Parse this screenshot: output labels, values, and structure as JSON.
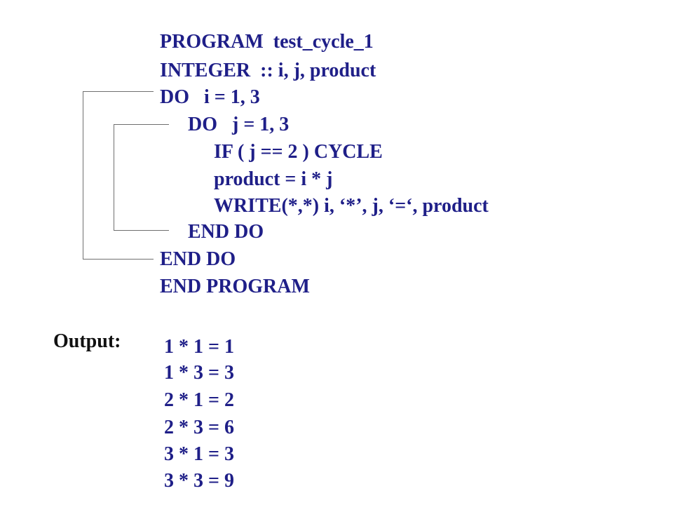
{
  "code": {
    "lines": [
      "PROGRAM  test_cycle_1",
      "INTEGER  :: i, j, product",
      "DO   i = 1, 3",
      "DO   j = 1, 3",
      "IF ( j == 2 ) CYCLE",
      "product = i * j",
      "WRITE(*,*) i, ‘*’, j, ‘=‘, product",
      "END DO",
      "END DO",
      "END PROGRAM"
    ]
  },
  "output": {
    "label": "Output:",
    "lines": [
      "1 * 1 = 1",
      "1 * 3 = 3",
      "2 * 1 = 2",
      "2 * 3 = 6",
      "3 * 1 = 3",
      "3 * 3 = 9"
    ]
  },
  "colors": {
    "code_text": "#1f1f88",
    "label_text": "#111111",
    "bracket": "#6f6f6f",
    "background": "#ffffff"
  }
}
